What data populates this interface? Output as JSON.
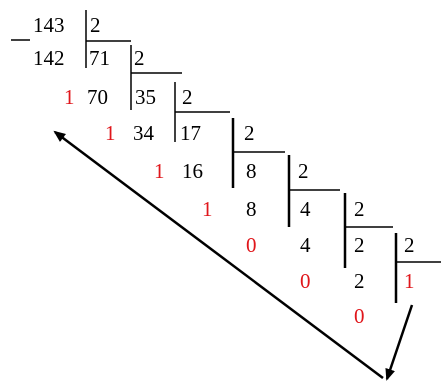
{
  "colors": {
    "text": "#000000",
    "remainder": "#e0161b",
    "line": "#000000"
  },
  "division": {
    "row1": {
      "dividend": "143",
      "divisor": "2"
    },
    "row2": {
      "subtracted": "142",
      "quotient": "71",
      "divisor": "2"
    },
    "row3": {
      "remainder": "1",
      "subtracted": "70",
      "quotient": "35",
      "divisor": "2"
    },
    "row4": {
      "remainder": "1",
      "subtracted": "34",
      "quotient": "17",
      "divisor": "2"
    },
    "row5": {
      "remainder": "1",
      "subtracted": "16",
      "quotient": "8",
      "divisor": "2"
    },
    "row6": {
      "remainder": "1",
      "subtracted": "8",
      "quotient": "4",
      "divisor": "2"
    },
    "row7": {
      "remainder": "0",
      "subtracted": "4",
      "quotient": "2",
      "divisor": "2"
    },
    "row8": {
      "remainder": "0",
      "subtracted": "2",
      "quotient": "1"
    },
    "row9": {
      "remainder": "0"
    }
  },
  "arrow": {
    "direction": "from last quotient down and back up to the first remainder",
    "icon": "double-arrow-icon"
  }
}
